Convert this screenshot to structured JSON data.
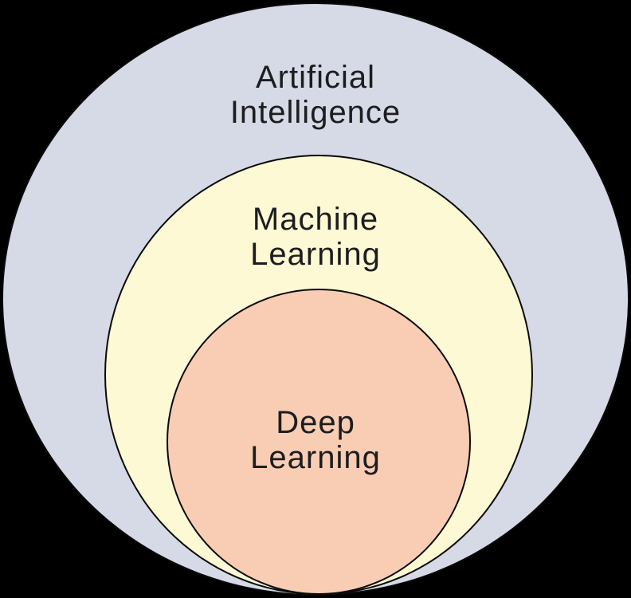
{
  "diagram": {
    "type": "nested-venn",
    "description": "Concentric subset diagram of AI fields",
    "background_color": "#000000",
    "outline_color": "#0a0a0a",
    "text_color": "#1d1d1f",
    "rings": [
      {
        "id": "artificial-intelligence",
        "label": "Artificial\nIntelligence",
        "fill": "#d5dae6"
      },
      {
        "id": "machine-learning",
        "label": "Machine\nLearning",
        "fill": "#fcf9d4"
      },
      {
        "id": "deep-learning",
        "label": "Deep\nLearning",
        "fill": "#f9cdb4"
      }
    ]
  }
}
